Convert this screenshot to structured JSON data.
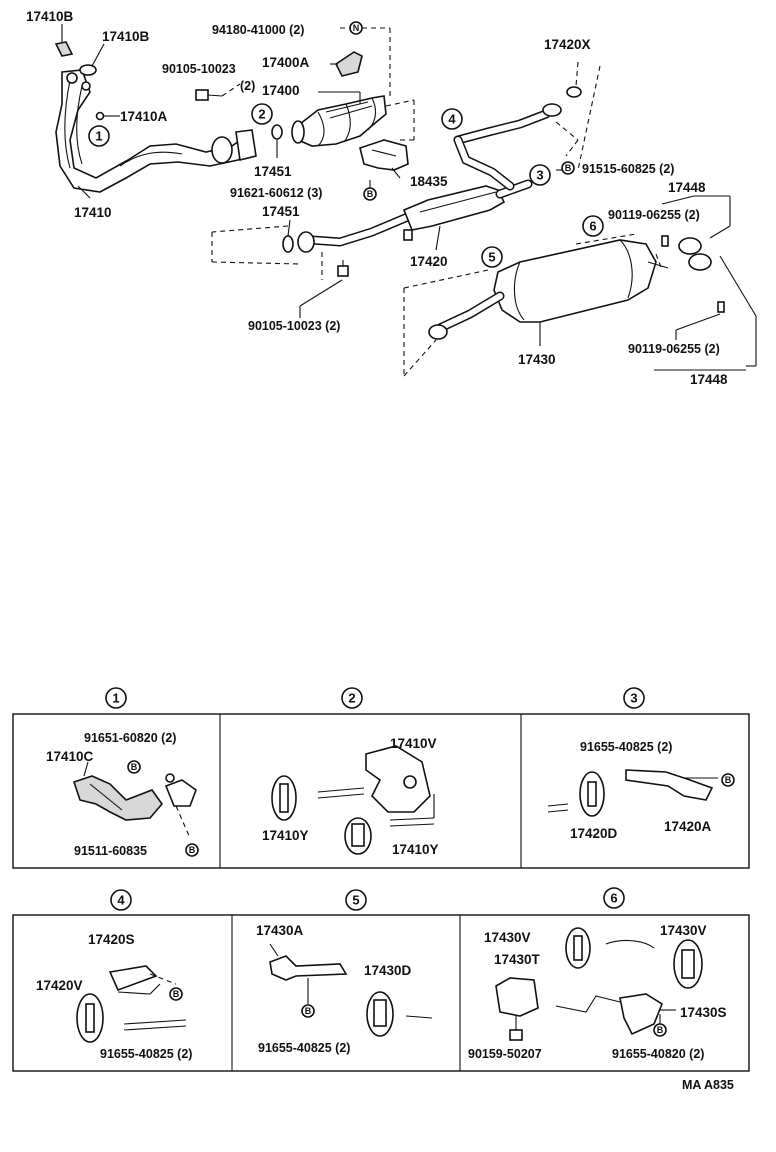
{
  "labels": {
    "p17410b_1": "17410B",
    "p17410b_2": "17410B",
    "p94180": "94180-41000 (2)",
    "p90105_top": "90105-10023",
    "p90105_top_qty": "(2)",
    "p17400a": "17400A",
    "p17400": "17400",
    "p17410a": "17410A",
    "p17451_top": "17451",
    "p91621": "91621-60612 (3)",
    "p18435": "18435",
    "p17410": "17410",
    "p17420x": "17420X",
    "p91515": "91515-60825 (2)",
    "p17448_top": "17448",
    "p90119_top": "90119-06255 (2)",
    "p17451_mid": "17451",
    "p17420": "17420",
    "p90105_bot": "90105-10023 (2)",
    "p17430": "17430",
    "p90119_bot": "90119-06255 (2)",
    "p17448_bot": "17448"
  },
  "callouts": [
    "1",
    "2",
    "3",
    "4",
    "5",
    "6"
  ],
  "bolt_marks": {
    "b": "B",
    "n": "N"
  },
  "detail1": {
    "title": "1",
    "a": "91651-60820 (2)",
    "b": "17410C",
    "c": "91511-60835"
  },
  "detail2": {
    "title": "2",
    "a": "17410V",
    "b": "17410Y",
    "c": "17410Y"
  },
  "detail3": {
    "title": "3",
    "a": "91655-40825 (2)",
    "b": "17420D",
    "c": "17420A"
  },
  "detail4": {
    "title": "4",
    "a": "17420S",
    "b": "17420V",
    "c": "91655-40825 (2)"
  },
  "detail5": {
    "title": "5",
    "a": "17430A",
    "b": "17430D",
    "c": "91655-40825 (2)"
  },
  "detail6": {
    "title": "6",
    "a": "17430V",
    "b": "17430V",
    "c": "17430T",
    "d": "17430S",
    "e": "90159-50207",
    "f": "91655-40820 (2)"
  },
  "footer_code": "MA A835"
}
